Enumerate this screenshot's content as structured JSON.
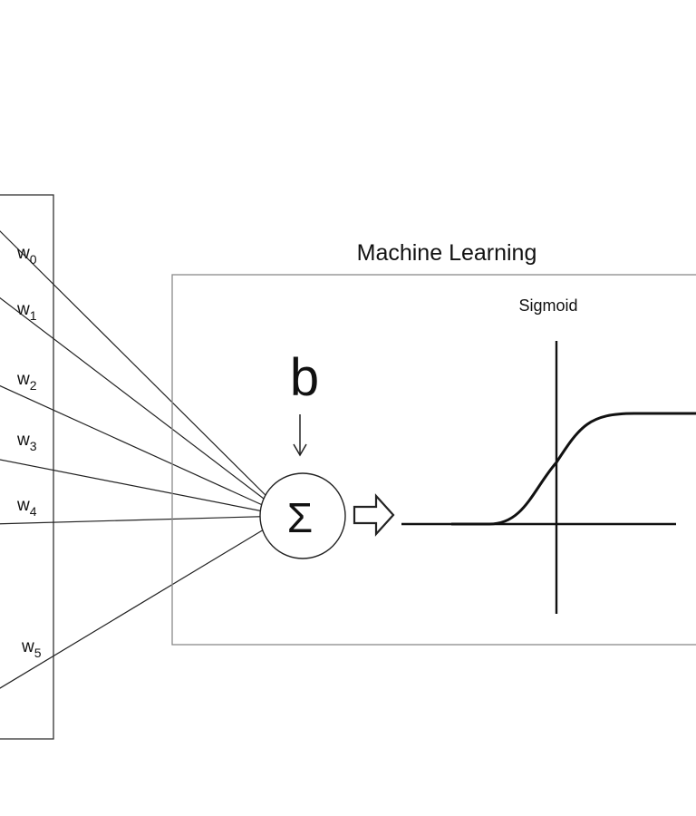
{
  "diagram": {
    "title": "Machine Learning",
    "bias_label": "b",
    "sum_symbol": "Σ",
    "activation_label": "Sigmoid",
    "weights": [
      {
        "name": "w",
        "sub": "0"
      },
      {
        "name": "w",
        "sub": "1"
      },
      {
        "name": "w",
        "sub": "2"
      },
      {
        "name": "w",
        "sub": "3"
      },
      {
        "name": "w",
        "sub": "4"
      },
      {
        "name": "w",
        "sub": "5"
      }
    ],
    "colors": {
      "stroke": "#222222",
      "box_border": "#8a8a8a",
      "text": "#111111",
      "background": "#ffffff"
    }
  }
}
